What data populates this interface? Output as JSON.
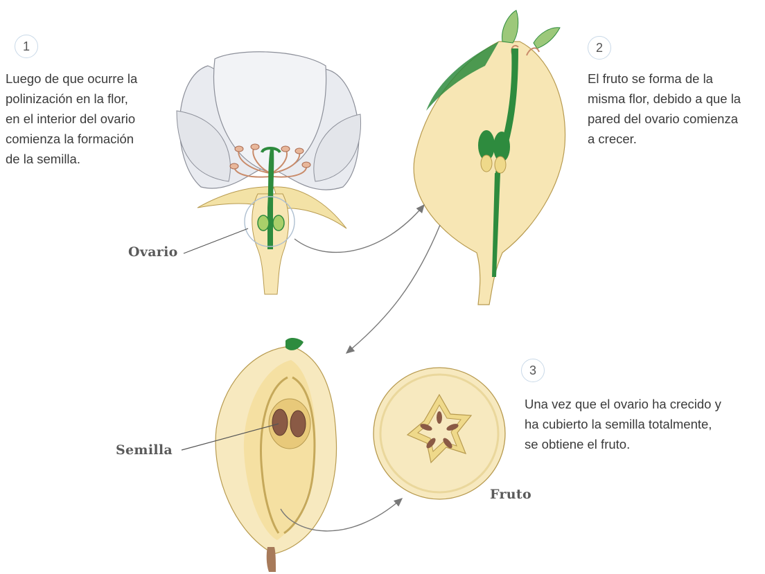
{
  "steps": [
    {
      "number": "1",
      "lines": [
        "Luego de que ocurre la",
        "polinización en la flor,",
        "en el interior del ovario",
        "comienza la formación",
        "de la semilla."
      ]
    },
    {
      "number": "2",
      "lines": [
        "El fruto se forma de la",
        "misma flor, debido a que la",
        "pared del ovario comienza",
        "a crecer."
      ]
    },
    {
      "number": "3",
      "lines": [
        "Una vez que el ovario ha crecido y",
        "ha cubierto la semilla totalmente,",
        "se obtiene el fruto."
      ]
    }
  ],
  "labels": {
    "ovario": "Ovario",
    "semilla": "Semilla",
    "fruto": "Fruto"
  },
  "colors": {
    "petal": "#eceef2",
    "flesh": "#f7e9bf",
    "green": "#2e8b3e",
    "seed": "#8a5a45",
    "arrow": "#777777"
  }
}
